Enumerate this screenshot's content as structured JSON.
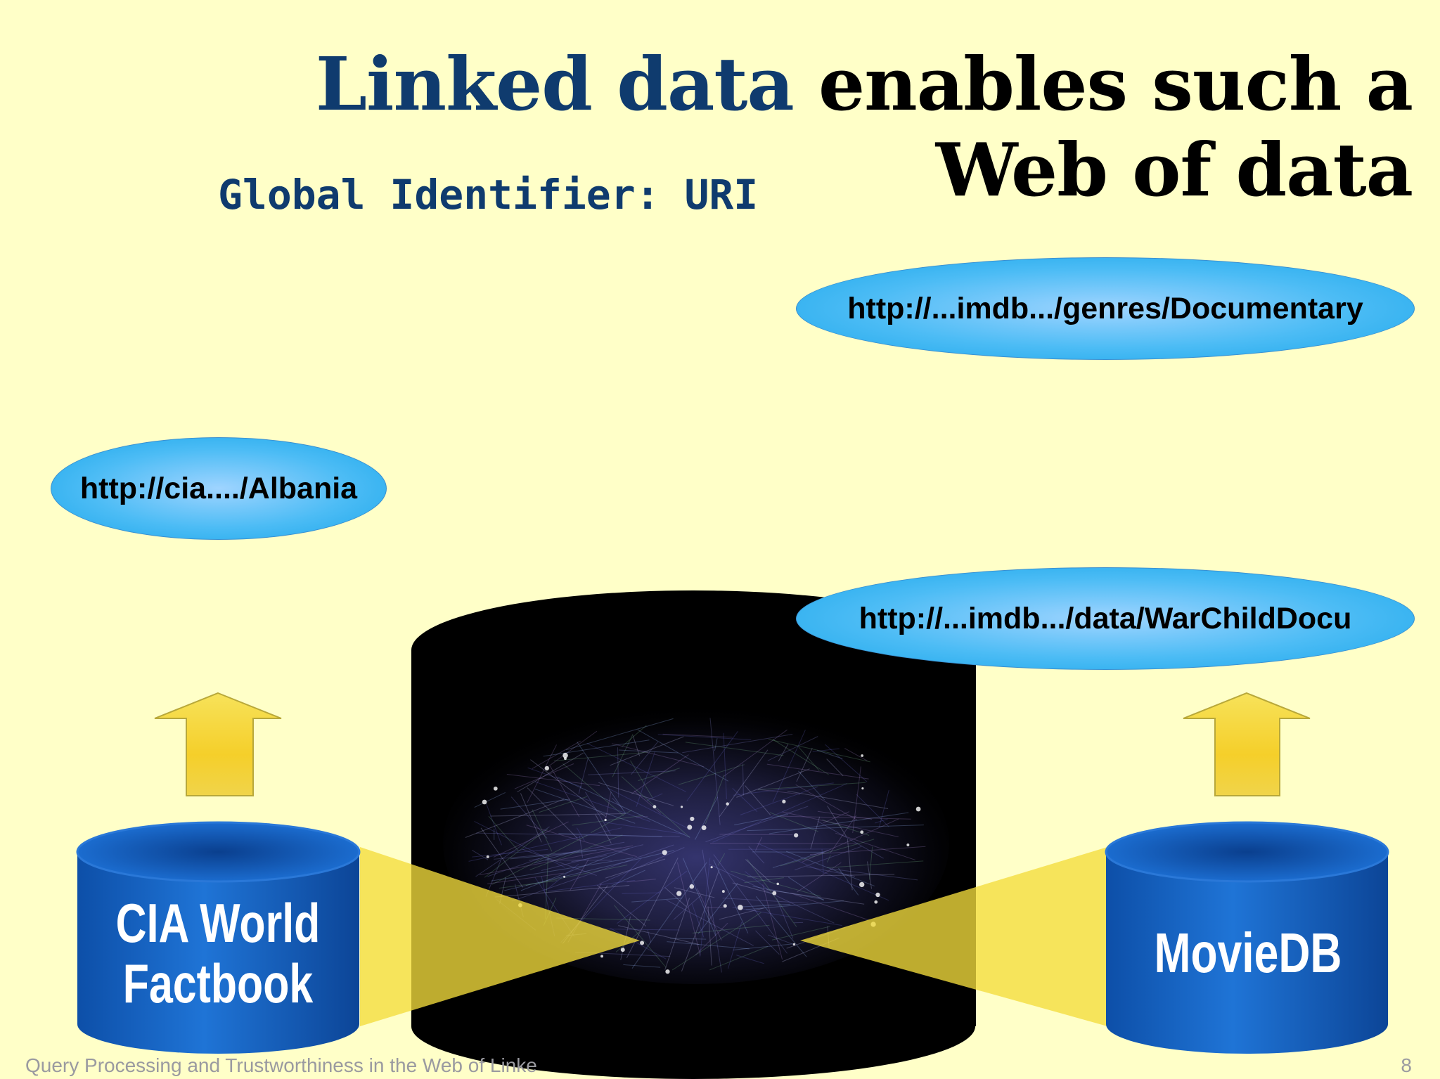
{
  "slide": {
    "title_accent": "Linked data",
    "title_rest": " enables such a",
    "title_line2": "Web of data",
    "subtitle": "Global Identifier: URI"
  },
  "bubbles": {
    "documentary": "http://...imdb.../genres/Documentary",
    "albania": "http://cia..../Albania",
    "warchild": "http://...imdb.../data/WarChildDocu"
  },
  "databases": {
    "cia_line1": "CIA World",
    "cia_line2": "Factbook",
    "moviedb": "MovieDB"
  },
  "footer": {
    "text": "Query Processing and Trustworthiness in the Web of Linke",
    "page_number": "8"
  },
  "colors": {
    "background": "#ffffc8",
    "title_accent": "#0f3b6e",
    "bubble": "#4cbcf5",
    "database_blue": "#1560b8",
    "arrow_yellow": "#f4d21c"
  }
}
